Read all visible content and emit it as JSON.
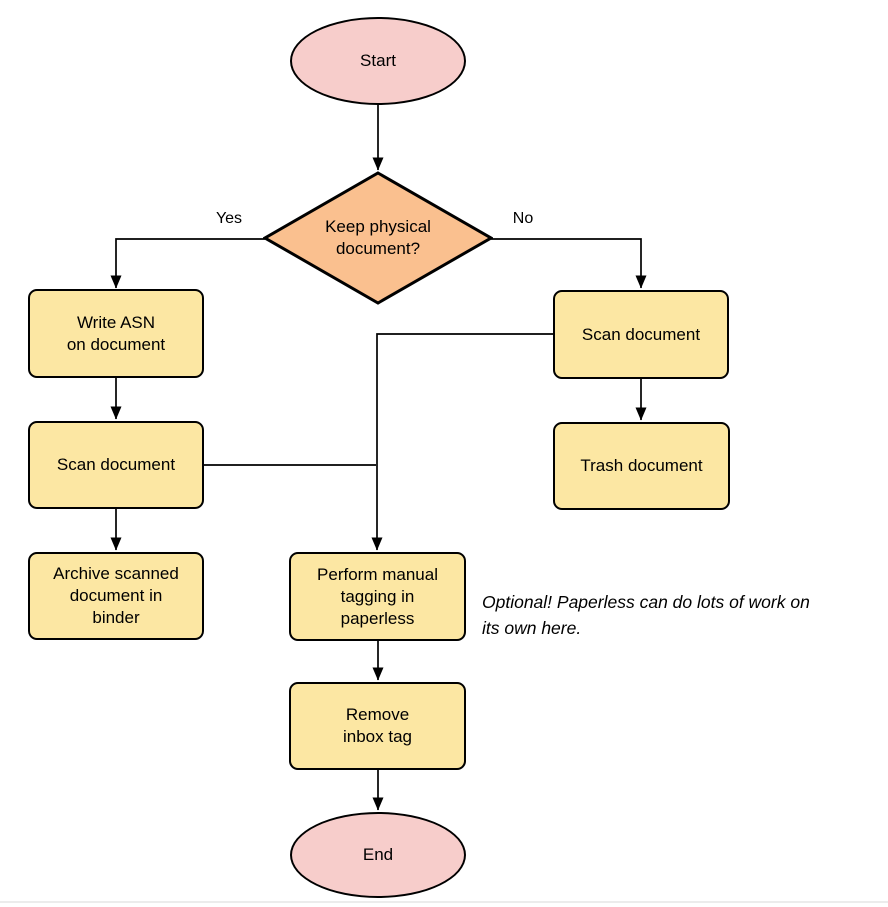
{
  "colors": {
    "background": "#ffffff",
    "terminal_fill": "#F7CDCB",
    "decision_fill": "#FAC08F",
    "process_fill": "#FCE7A3",
    "stroke": "#000000",
    "connector": "#000000",
    "divider": "#ececec"
  },
  "nodes": {
    "start": {
      "type": "terminal",
      "label": "Start"
    },
    "decision": {
      "type": "decision",
      "label": "Keep physical\ndocument?"
    },
    "write_asn": {
      "type": "process",
      "label": "Write ASN\non document"
    },
    "scan_left": {
      "type": "process",
      "label": "Scan document"
    },
    "archive": {
      "type": "process",
      "label": "Archive scanned\ndocument in\nbinder"
    },
    "scan_right": {
      "type": "process",
      "label": "Scan document"
    },
    "trash": {
      "type": "process",
      "label": "Trash document"
    },
    "perform_tagging": {
      "type": "process",
      "label": "Perform manual\ntagging in\npaperless"
    },
    "remove_inbox": {
      "type": "process",
      "label": "Remove\ninbox tag"
    },
    "end": {
      "type": "terminal",
      "label": "End"
    }
  },
  "edge_labels": {
    "yes": "Yes",
    "no": "No"
  },
  "note": {
    "text": "Optional! Paperless can do lots of work on\nits own here."
  }
}
